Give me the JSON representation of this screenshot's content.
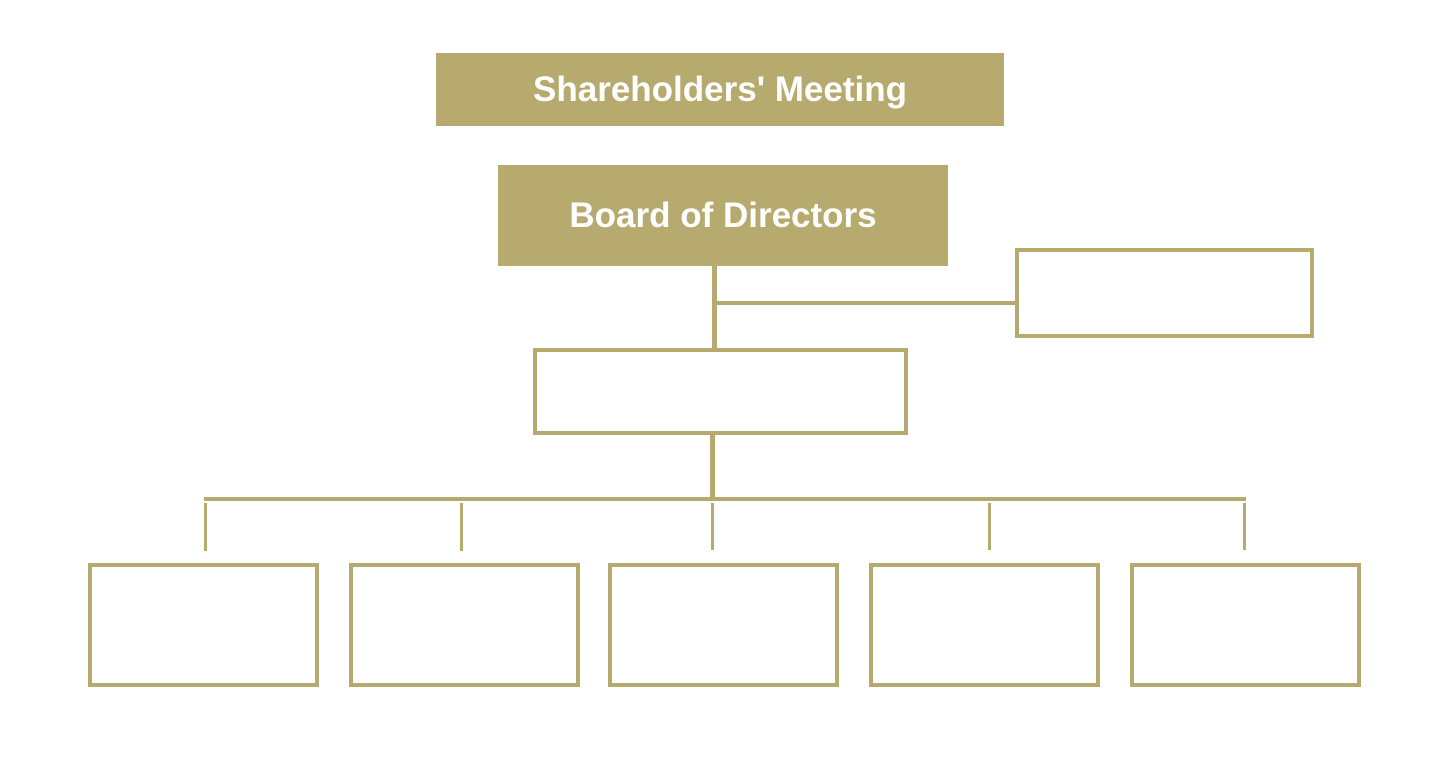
{
  "diagram": {
    "title": "Organization chart",
    "accent_color": "#b6aa6e",
    "top_node": {
      "label": "Shareholders' Meeting"
    },
    "board_node": {
      "label": "Board of Directors"
    },
    "side_node": {
      "label": ""
    },
    "middle_node": {
      "label": ""
    },
    "bottom_nodes": [
      {
        "label": ""
      },
      {
        "label": ""
      },
      {
        "label": ""
      },
      {
        "label": ""
      },
      {
        "label": ""
      }
    ]
  }
}
